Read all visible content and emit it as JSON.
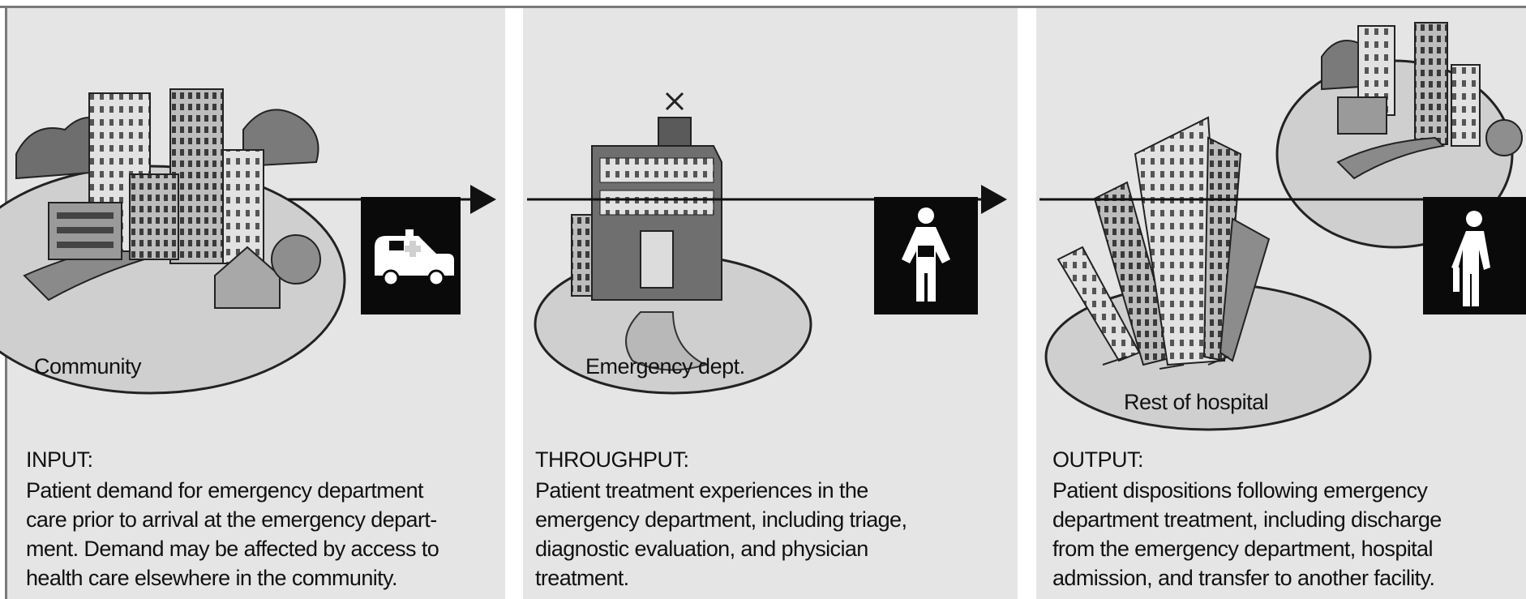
{
  "stages": [
    {
      "id": "input",
      "place_label": "Community",
      "heading": "INPUT:",
      "description_lines": [
        "Patient demand for emergency department",
        "care prior to arrival at the emergency depart-",
        "ment. Demand may be affected by access to",
        "health care elsewhere in the community."
      ],
      "icon": "ambulance-icon"
    },
    {
      "id": "throughput",
      "place_label": "Emergency dept.",
      "heading": "THROUGHPUT:",
      "description_lines": [
        "Patient treatment experiences in the",
        "emergency department, including triage,",
        "diagnostic evaluation, and physician",
        "treatment."
      ],
      "icon": "physician-icon"
    },
    {
      "id": "output",
      "place_label": "Rest of hospital",
      "heading": "OUTPUT:",
      "description_lines": [
        "Patient dispositions following emergency",
        "department treatment, including discharge",
        "from the emergency department, hospital",
        "admission, and transfer to another facility."
      ],
      "icon": "walking-person-icon"
    }
  ]
}
